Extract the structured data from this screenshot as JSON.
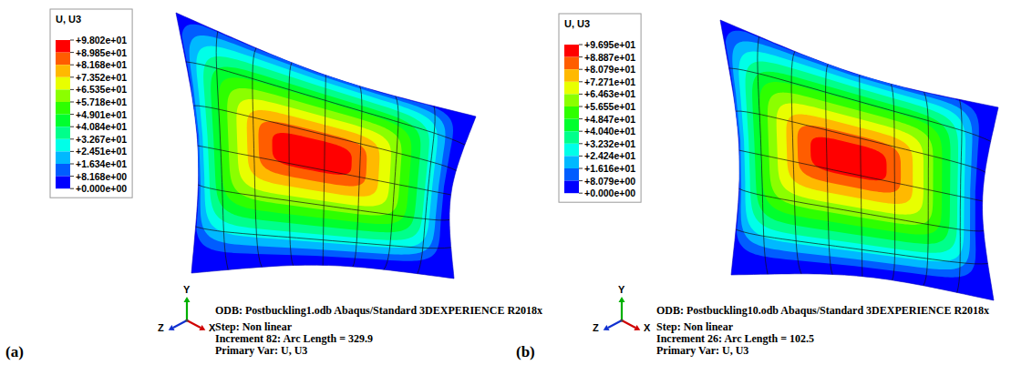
{
  "diagram": {
    "labels": [
      "U, U3",
      "+9.802e+01",
      "+8.985e+01",
      "+8.168e+01",
      "+7.352e+01",
      "+6.535e+01",
      "+5.718e+01",
      "+4.901e+01",
      "+4.084e+01",
      "+3.267e+01",
      "+2.451e+01",
      "+1.634e+01",
      "+8.168e+00",
      "+0.000e+00",
      "Y",
      "Z",
      "X",
      "ODB: Postbuckling1.odb Abaqus/Standard 3DEXPERIENCE R2018x",
      "Step: Non linear",
      "Increment 82: Arc Length = 329.9",
      "Primary Var: U, U3",
      "(a)",
      "U, U3",
      "+9.695e+01",
      "+8.887e+01",
      "+8.079e+01",
      "+7.271e+01",
      "+6.463e+01",
      "+5.655e+01",
      "+4.847e+01",
      "+4.040e+01",
      "+3.232e+01",
      "+2.424e+01",
      "+1.616e+01",
      "+8.079e+00",
      "+0.000e+00",
      "Y",
      "Z",
      "X",
      "ODB: Postbuckling10.odb Abaqus/Standard 3DEXPERIENCE R2018x",
      "Step: Non linear",
      "Increment 26: Arc Length = 102.5",
      "Primary Var: U, U3",
      "(b)"
    ]
  }
}
